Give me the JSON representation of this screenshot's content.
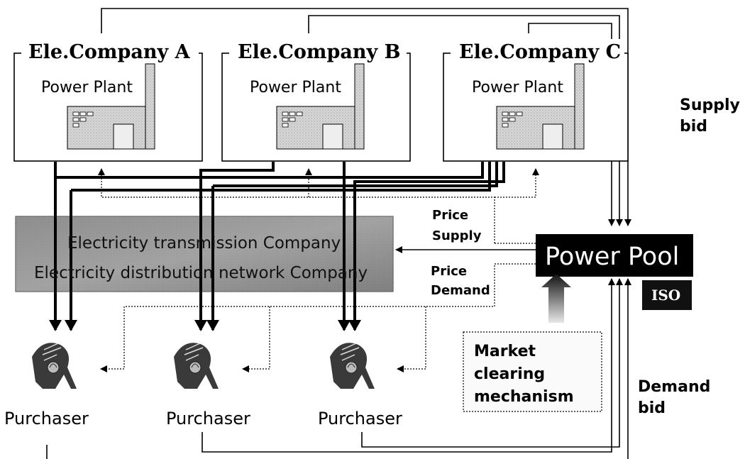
{
  "companies": [
    {
      "name": "Ele.Company A",
      "plant_label": "Power Plant"
    },
    {
      "name": "Ele.Company B",
      "plant_label": "Power Plant"
    },
    {
      "name": "Ele.Company C",
      "plant_label": "Power Plant"
    }
  ],
  "transmission": {
    "line1": "Electricity transmission Company",
    "line2": "Electricity distribution network Company"
  },
  "power_pool": {
    "label": "Power Pool",
    "iso_label": "ISO"
  },
  "signals": {
    "price": "Price",
    "supply": "Supply",
    "price2": "Price",
    "demand": "Demand"
  },
  "supply_bid": {
    "line1": "Supply",
    "line2": "bid"
  },
  "demand_bid": {
    "line1": "Demand",
    "line2": "bid"
  },
  "market": {
    "line1": "Market",
    "line2": "clearing",
    "line3": "mechanism"
  },
  "purchasers": [
    {
      "label": "Purchaser"
    },
    {
      "label": "Purchaser"
    },
    {
      "label": "Purchaser"
    }
  ]
}
